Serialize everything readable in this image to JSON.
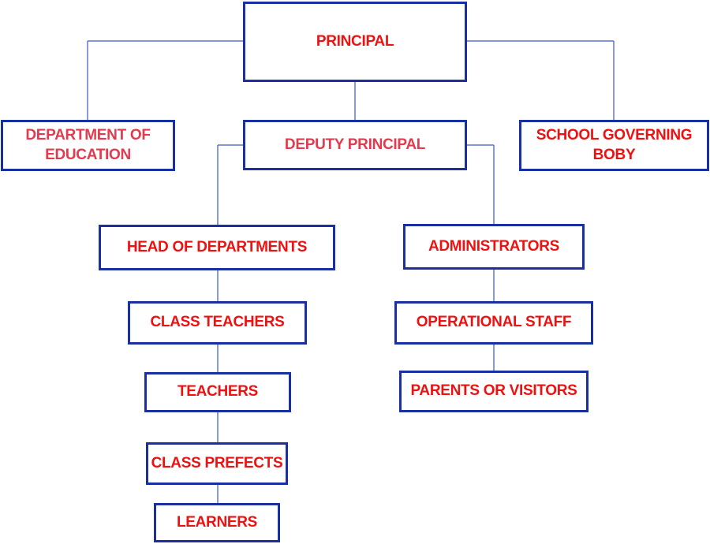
{
  "nodes": {
    "principal": "PRINCIPAL",
    "department_of_education": "DEPARTMENT OF EDUCATION",
    "deputy_principal": "DEPUTY PRINCIPAL",
    "school_governing_body": "SCHOOL GOVERNING BOBY",
    "head_of_departments": "HEAD OF DEPARTMENTS",
    "administrators": "ADMINISTRATORS",
    "class_teachers": "CLASS TEACHERS",
    "operational_staff": "OPERATIONAL STAFF",
    "teachers": "TEACHERS",
    "parents_or_visitors": "PARENTS OR VISITORS",
    "class_prefects": "CLASS PREFECTS",
    "learners": "LEARNERS"
  },
  "colors": {
    "box_border": "#1a2fa0",
    "connector": "#3a57c4",
    "label_red": "#ee1111",
    "label_pink": "#e23a4e"
  }
}
